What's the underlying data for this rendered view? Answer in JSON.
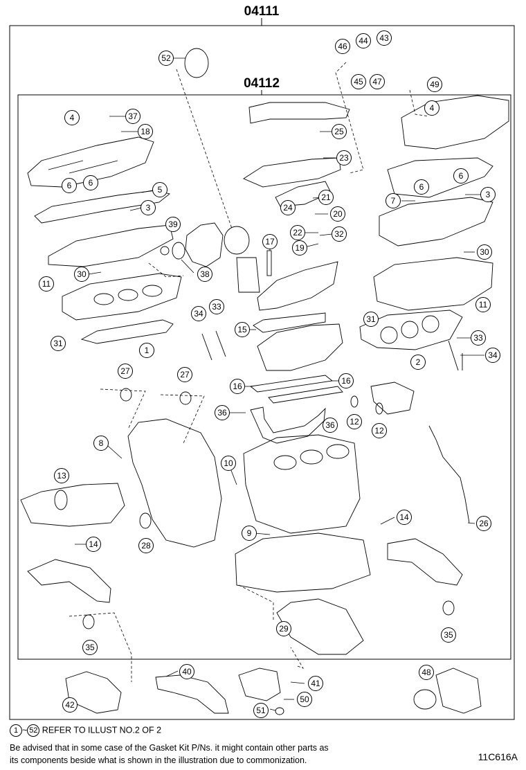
{
  "kit_codes": {
    "outer": "04111",
    "inner": "04112"
  },
  "callouts": [
    {
      "n": "52"
    },
    {
      "n": "46"
    },
    {
      "n": "44"
    },
    {
      "n": "43"
    },
    {
      "n": "45"
    },
    {
      "n": "47"
    },
    {
      "n": "49"
    },
    {
      "n": "4"
    },
    {
      "n": "37"
    },
    {
      "n": "18"
    },
    {
      "n": "25"
    },
    {
      "n": "23"
    },
    {
      "n": "4"
    },
    {
      "n": "6"
    },
    {
      "n": "6"
    },
    {
      "n": "6"
    },
    {
      "n": "6"
    },
    {
      "n": "5"
    },
    {
      "n": "3"
    },
    {
      "n": "21"
    },
    {
      "n": "7"
    },
    {
      "n": "3"
    },
    {
      "n": "24"
    },
    {
      "n": "20"
    },
    {
      "n": "39"
    },
    {
      "n": "22"
    },
    {
      "n": "32"
    },
    {
      "n": "17"
    },
    {
      "n": "19"
    },
    {
      "n": "30"
    },
    {
      "n": "30"
    },
    {
      "n": "38"
    },
    {
      "n": "11"
    },
    {
      "n": "11"
    },
    {
      "n": "34"
    },
    {
      "n": "33"
    },
    {
      "n": "31"
    },
    {
      "n": "15"
    },
    {
      "n": "31"
    },
    {
      "n": "33"
    },
    {
      "n": "1"
    },
    {
      "n": "2"
    },
    {
      "n": "34"
    },
    {
      "n": "27"
    },
    {
      "n": "27"
    },
    {
      "n": "16"
    },
    {
      "n": "16"
    },
    {
      "n": "36"
    },
    {
      "n": "36"
    },
    {
      "n": "12"
    },
    {
      "n": "12"
    },
    {
      "n": "8"
    },
    {
      "n": "10"
    },
    {
      "n": "13"
    },
    {
      "n": "14"
    },
    {
      "n": "26"
    },
    {
      "n": "9"
    },
    {
      "n": "28"
    },
    {
      "n": "14"
    },
    {
      "n": "29"
    },
    {
      "n": "35"
    },
    {
      "n": "35"
    },
    {
      "n": "40"
    },
    {
      "n": "48"
    },
    {
      "n": "41"
    },
    {
      "n": "42"
    },
    {
      "n": "50"
    },
    {
      "n": "51"
    }
  ],
  "notes": {
    "ref_from": "1",
    "ref_sep": "~",
    "ref_to": "52",
    "ref_text": "REFER TO ILLUST NO.2 OF 2",
    "advise_line1": "Be advised that in some case of the Gasket Kit P/Ns.  it might contain other parts as",
    "advise_line2": "its components beside what is shown in the illustration due to commonization."
  },
  "illustration_code": "11C616A"
}
